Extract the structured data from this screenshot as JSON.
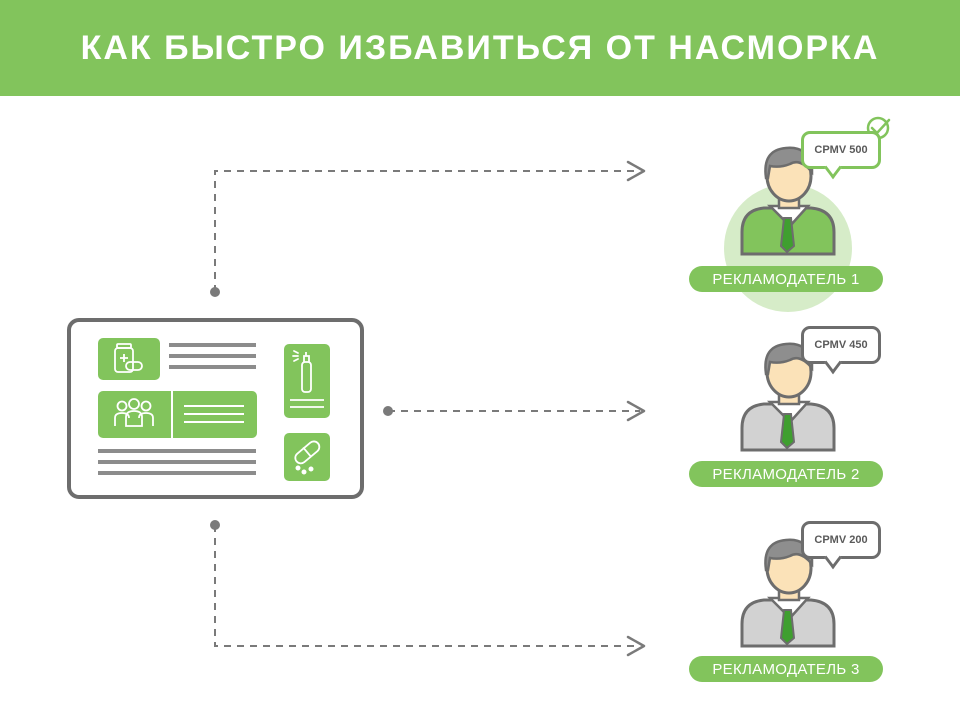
{
  "header": {
    "title": "КАК БЫСТРО ИЗБАВИТЬСЯ ОТ НАСМОРКА"
  },
  "advertisers": [
    {
      "label": "РЕКЛАМОДАТЕЛЬ 1",
      "bid": "CPMV 500",
      "selected": true
    },
    {
      "label": "РЕКЛАМОДАТЕЛЬ 2",
      "bid": "CPMV 450",
      "selected": false
    },
    {
      "label": "РЕКЛАМОДАТЕЛЬ 3",
      "bid": "CPMV 200",
      "selected": false
    }
  ],
  "colors": {
    "green": "#82c45c",
    "dark_gray": "#6d6d6d",
    "light_gray": "#d2d2d2",
    "halo": "#d6ecc8",
    "tie": "#3f9f2f"
  },
  "icons": [
    "medicine-bottle-icon",
    "people-icon",
    "nasal-spray-icon",
    "capsule-icon",
    "checkmark-icon",
    "person-icon"
  ]
}
